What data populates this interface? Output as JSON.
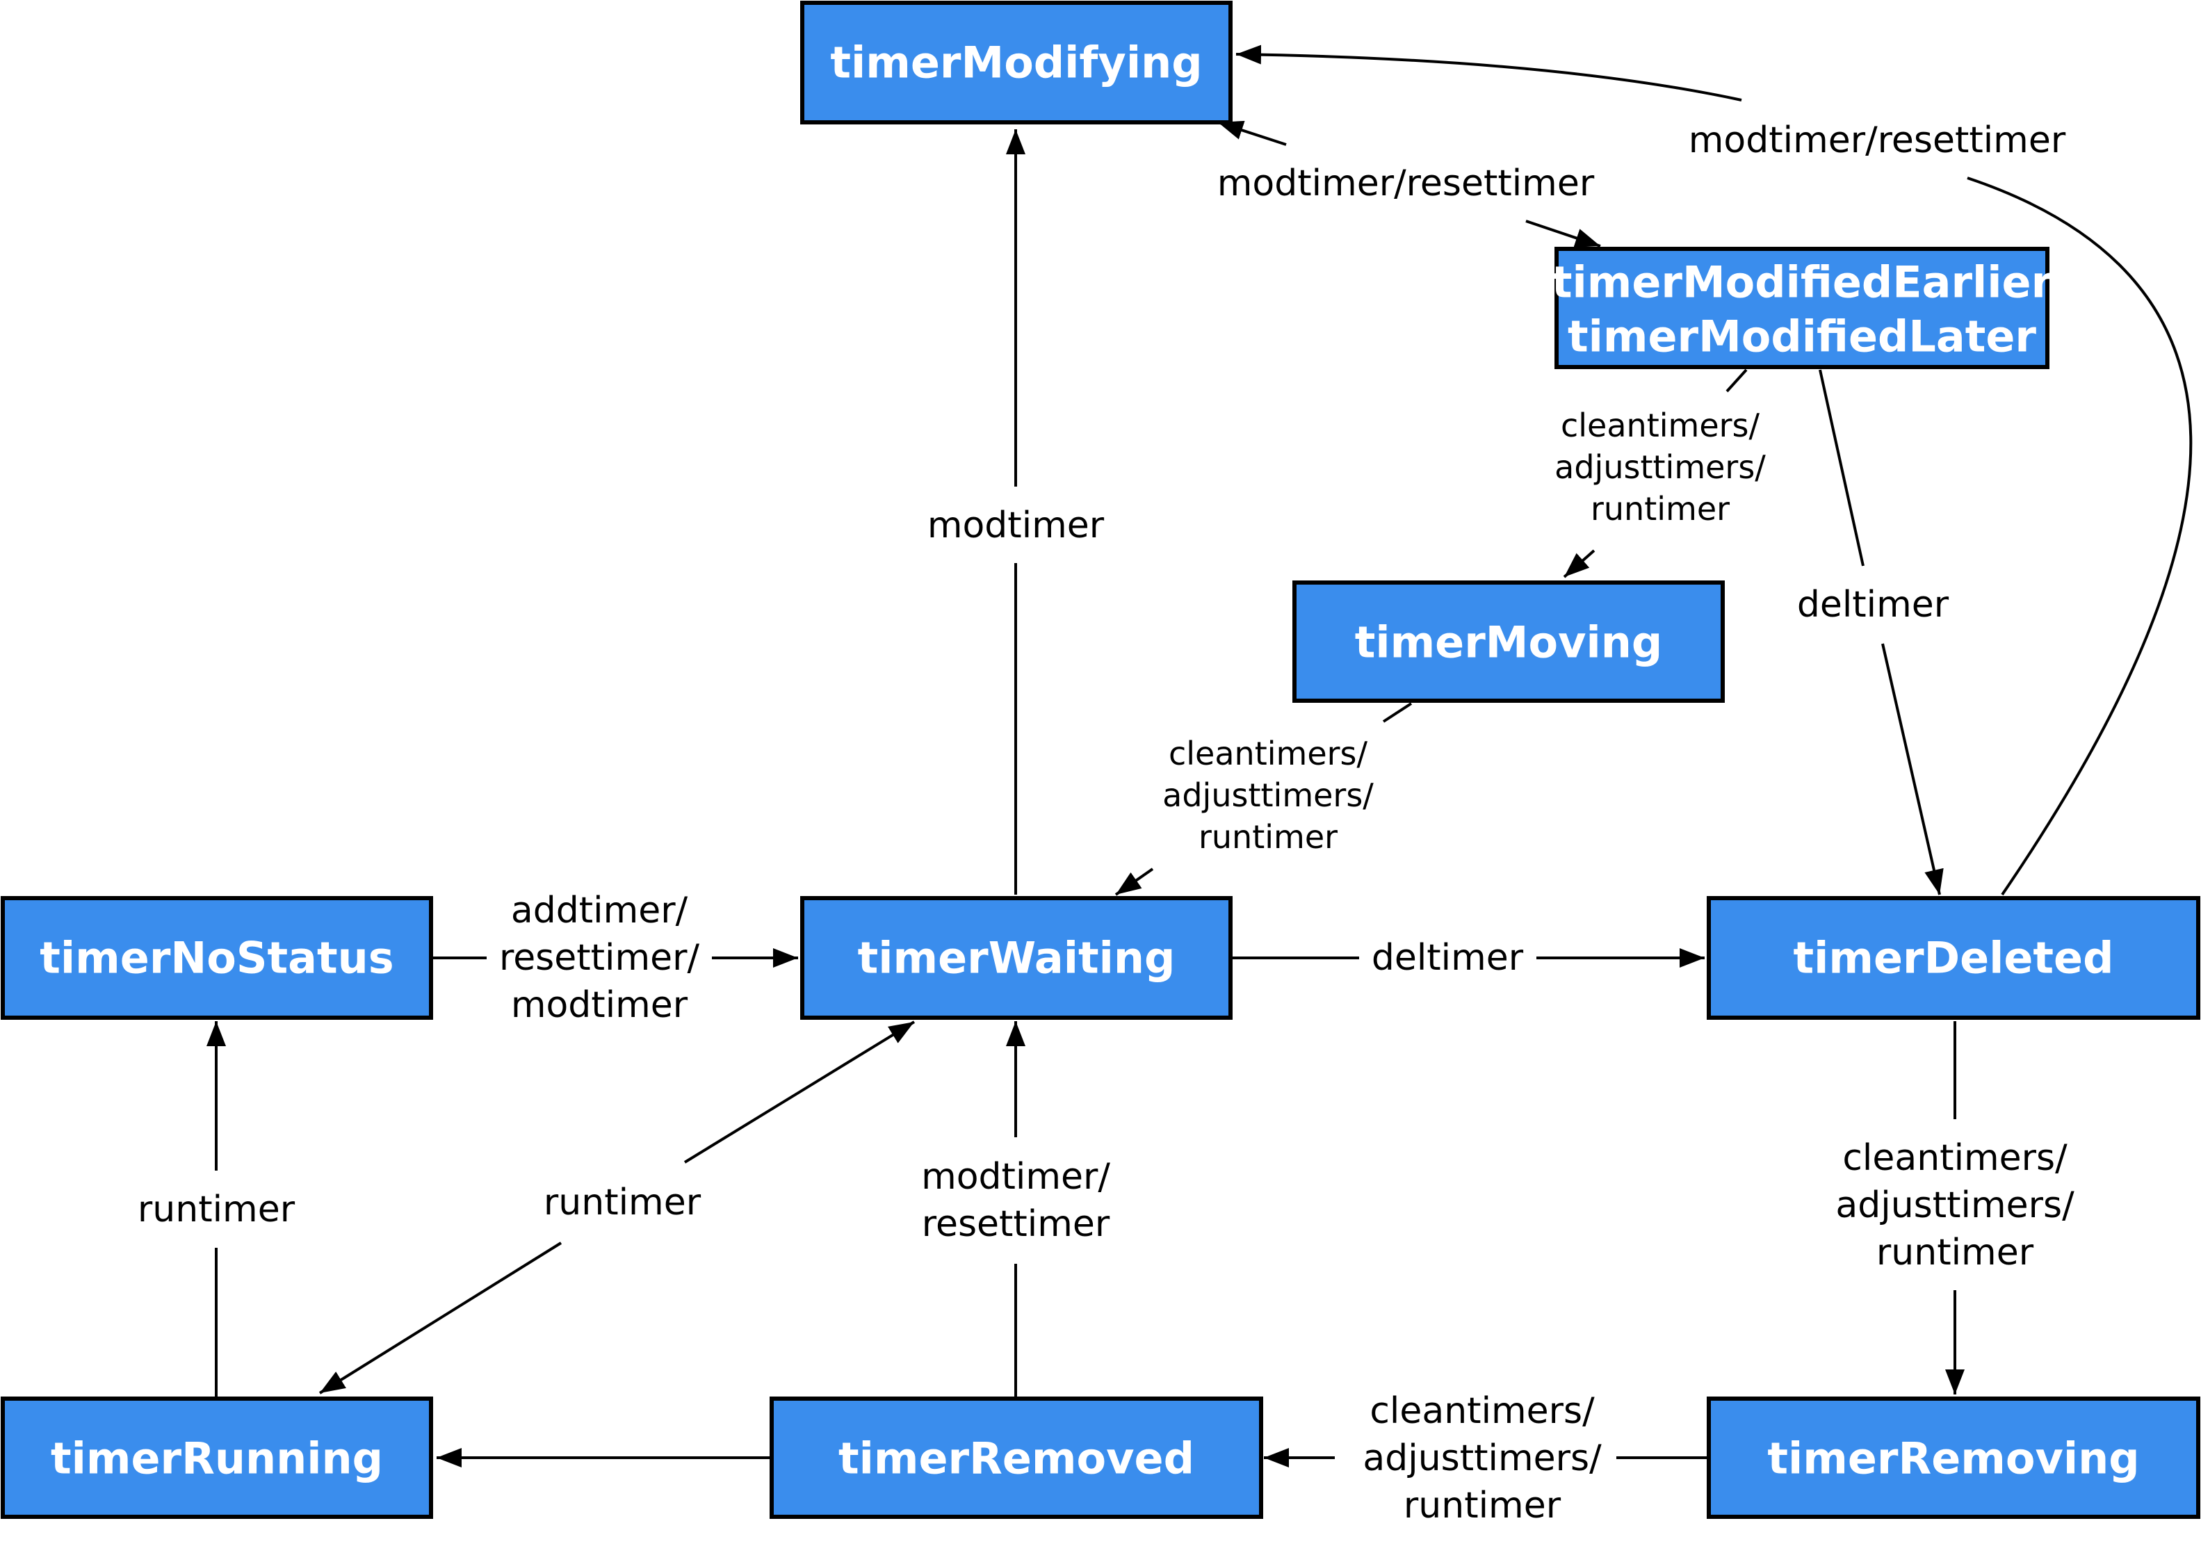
{
  "colors": {
    "node_fill": "#3a8ded",
    "node_border": "#000000",
    "node_text": "#ffffff",
    "edge": "#000000",
    "background": "#ffffff"
  },
  "states": {
    "modifying": "timerModifying",
    "modified_earlier": "timerModifiedEarlier",
    "modified_later": "timerModifiedLater",
    "moving": "timerMoving",
    "no_status": "timerNoStatus",
    "waiting": "timerWaiting",
    "deleted": "timerDeleted",
    "running": "timerRunning",
    "removed": "timerRemoved",
    "removing": "timerRemoving"
  },
  "transitions": {
    "modified_to_modifying": [
      "modtimer/resettimer"
    ],
    "modifying_to_modified": [
      "modtimer/resettimer"
    ],
    "modified_to_moving": [
      "cleantimers/",
      "adjusttimers/",
      "runtimer"
    ],
    "modified_to_deleted": [
      "deltimer"
    ],
    "moving_to_waiting": [
      "cleantimers/",
      "adjusttimers/",
      "runtimer"
    ],
    "waiting_to_modifying": [
      "modtimer"
    ],
    "nostatus_to_waiting": [
      "addtimer/",
      "resettimer/",
      "modtimer"
    ],
    "waiting_to_deleted": [
      "deltimer"
    ],
    "running_to_nostatus": [
      "runtimer"
    ],
    "running_waiting": [
      "runtimer"
    ],
    "removed_to_waiting": [
      "modtimer/",
      "resettimer"
    ],
    "deleted_to_removing": [
      "cleantimers/",
      "adjusttimers/",
      "runtimer"
    ],
    "removing_to_removed": [
      "cleantimers/",
      "adjusttimers/",
      "runtimer"
    ]
  }
}
